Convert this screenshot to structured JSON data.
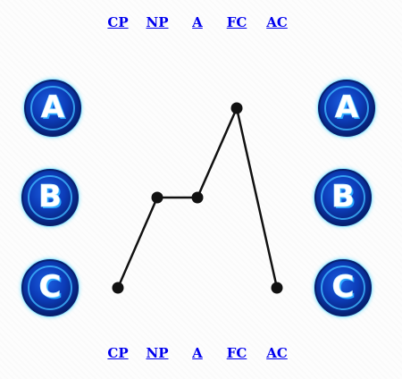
{
  "top_links": [
    "CP",
    "NP",
    "A",
    "FC",
    "AC"
  ],
  "bottom_links": [
    "CP",
    "NP",
    "A",
    "FC",
    "AC"
  ],
  "left_badges": [
    "A",
    "B",
    "C"
  ],
  "right_badges": [
    "A",
    "B",
    "C"
  ],
  "line_levels": [
    "C",
    "B",
    "B",
    "A",
    "C"
  ],
  "colors": {
    "link": "#0000ee",
    "line": "#111111",
    "badge_outer": "#0a1d6f",
    "badge_inner": "#0c3cb8",
    "badge_glow": "#52d8ff",
    "letter_fill": "#ffffff",
    "letter_shadow": "#2aa7ff"
  }
}
